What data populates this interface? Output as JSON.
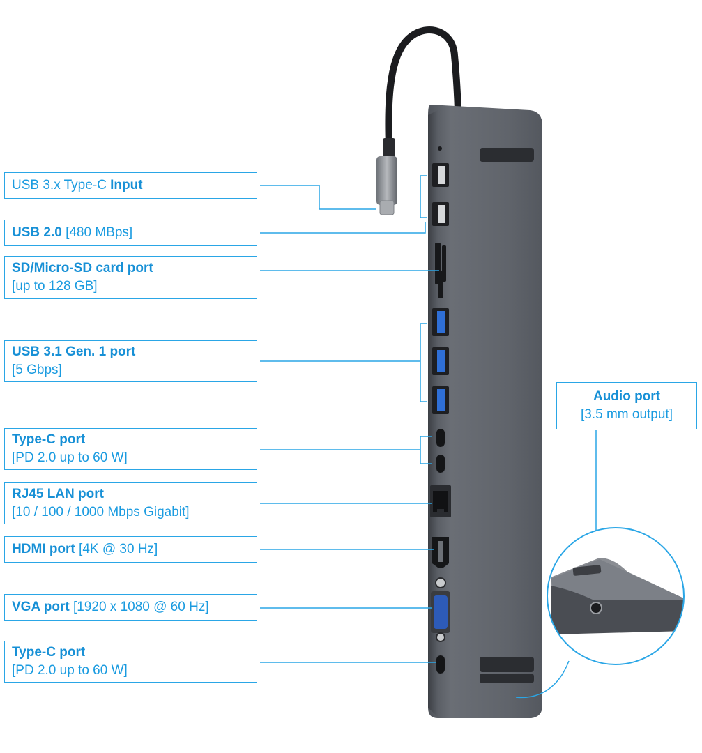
{
  "labels": {
    "usb_c_input": {
      "normal": "USB 3.x Type-C ",
      "bold": "Input"
    },
    "usb20": {
      "bold": "USB 2.0",
      "normal": " [480 MBps]"
    },
    "sd": {
      "bold": "SD/Micro-SD card port",
      "line2": "[up to 128 GB]"
    },
    "usb31": {
      "bold": "USB 3.1 Gen. 1 port",
      "line2": "[5 Gbps]"
    },
    "typec1": {
      "bold": "Type-C port",
      "line2": "[PD 2.0 up to 60 W]"
    },
    "rj45": {
      "bold": "RJ45 LAN port",
      "line2": "[10 / 100 / 1000 Mbps Gigabit]"
    },
    "hdmi": {
      "bold": "HDMI port",
      "normal": " [4K @ 30 Hz]"
    },
    "vga": {
      "bold": "VGA port",
      "normal": " [1920 x 1080 @ 60 Hz]"
    },
    "typec2": {
      "bold": "Type-C port",
      "line2": "[PD 2.0 up to 60 W]"
    },
    "audio": {
      "bold": "Audio port",
      "line2": "[3.5 mm output]"
    }
  },
  "colors": {
    "accent": "#1a9be0",
    "device_body": "#5d6169",
    "port_blue": "#2f6fd6"
  }
}
